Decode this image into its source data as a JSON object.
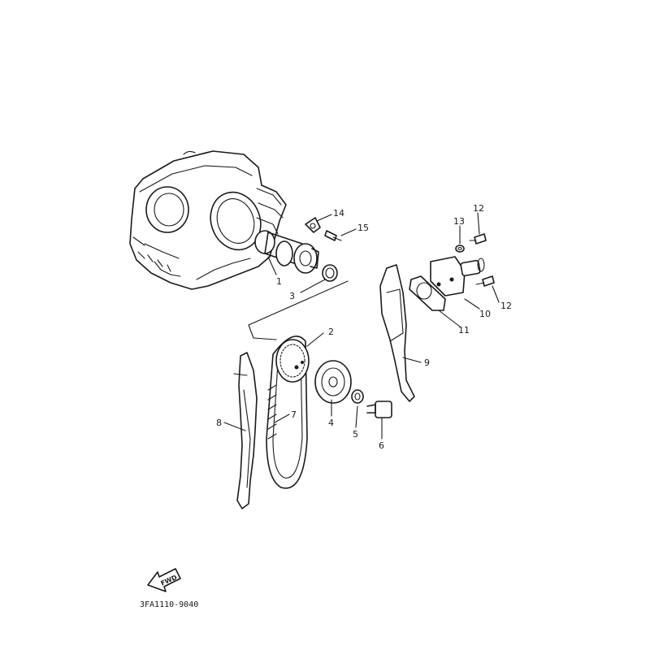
{
  "diagram": {
    "part_code": "3FA1110-9040",
    "direction_badge": "FWD",
    "callouts": [
      {
        "id": "c1",
        "label": "1"
      },
      {
        "id": "c2",
        "label": "2"
      },
      {
        "id": "c3",
        "label": "3"
      },
      {
        "id": "c4",
        "label": "4"
      },
      {
        "id": "c5",
        "label": "5"
      },
      {
        "id": "c6",
        "label": "6"
      },
      {
        "id": "c7",
        "label": "7"
      },
      {
        "id": "c8",
        "label": "8"
      },
      {
        "id": "c9",
        "label": "9"
      },
      {
        "id": "c10",
        "label": "10"
      },
      {
        "id": "c11",
        "label": "11"
      },
      {
        "id": "c12a",
        "label": "12"
      },
      {
        "id": "c12b",
        "label": "12"
      },
      {
        "id": "c13",
        "label": "13"
      },
      {
        "id": "c14",
        "label": "14"
      },
      {
        "id": "c15",
        "label": "15"
      }
    ]
  }
}
